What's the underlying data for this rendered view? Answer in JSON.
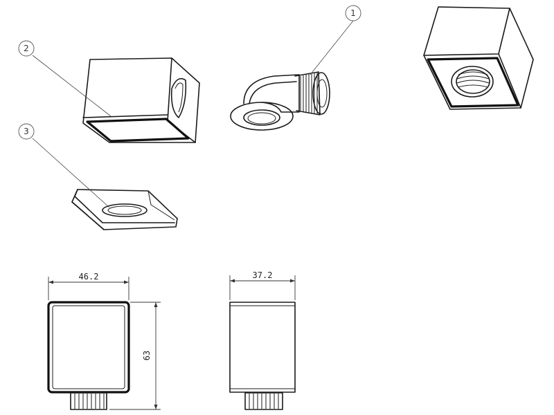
{
  "callouts": [
    {
      "id": "1",
      "label": "1"
    },
    {
      "id": "2",
      "label": "2"
    },
    {
      "id": "3",
      "label": "3"
    }
  ],
  "dimensions": {
    "front_width": "46.2",
    "side_width": "37.2",
    "height": "63"
  }
}
